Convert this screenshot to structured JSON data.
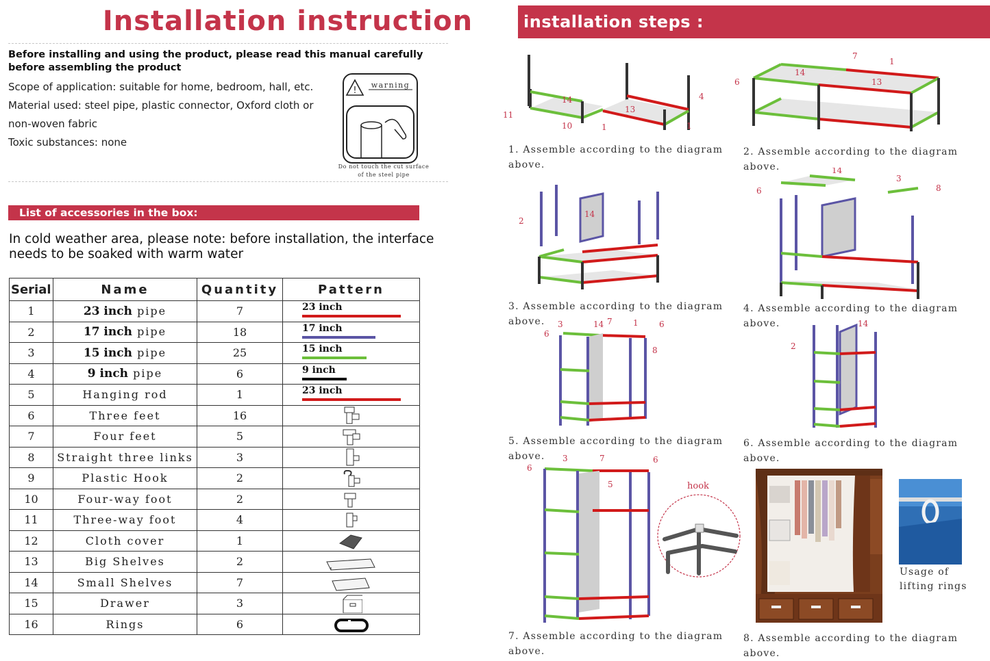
{
  "title": "Installation instruction",
  "intro": {
    "bold": "Before installing and using the product, please read this manual carefully before assembling the product",
    "scope": "Scope of application: suitable for home, bedroom, hall, etc.",
    "material_1": "Material used: steel pipe, plastic connector, Oxford cloth or",
    "material_2": "non-woven fabric",
    "toxic": "Toxic substances: none"
  },
  "warning": {
    "label": "warning",
    "caption_1": "Do not touch the cut surface",
    "caption_2": "of the steel pipe"
  },
  "accessories_title": "List of accessories in the box:",
  "note": "In cold weather area, please note: before installation, the interface needs to be soaked with warm water",
  "table": {
    "headers": [
      "Serial",
      "Name",
      "Quantity",
      "Pattern"
    ],
    "rows": [
      {
        "serial": "1",
        "size": "23 inch",
        "name": "pipe",
        "qty": "7",
        "pattern_label": "23 inch",
        "pattern_color": "#d11a1a",
        "pattern_length": 1.0,
        "icon": "pipe-line"
      },
      {
        "serial": "2",
        "size": "17 inch",
        "name": "pipe",
        "qty": "18",
        "pattern_label": "17 inch",
        "pattern_color": "#5b55a5",
        "pattern_length": 0.74,
        "icon": "pipe-line"
      },
      {
        "serial": "3",
        "size": "15 inch",
        "name": "pipe",
        "qty": "25",
        "pattern_label": "15 inch",
        "pattern_color": "#6cbf3b",
        "pattern_length": 0.65,
        "icon": "pipe-line"
      },
      {
        "serial": "4",
        "size": "9 inch",
        "name": "pipe",
        "qty": "6",
        "pattern_label": "9 inch",
        "pattern_color": "#111111",
        "pattern_length": 0.45,
        "icon": "pipe-line"
      },
      {
        "serial": "5",
        "size": "",
        "name": "Hanging rod",
        "qty": "1",
        "pattern_label": "23 inch",
        "pattern_color": "#d11a1a",
        "pattern_length": 1.0,
        "icon": "pipe-line"
      },
      {
        "serial": "6",
        "size": "",
        "name": "Three feet",
        "qty": "16",
        "icon": "three-way-connector-icon"
      },
      {
        "serial": "7",
        "size": "",
        "name": "Four feet",
        "qty": "5",
        "icon": "four-way-connector-icon"
      },
      {
        "serial": "8",
        "size": "",
        "name": "Straight three links",
        "qty": "3",
        "icon": "straight-connector-icon"
      },
      {
        "serial": "9",
        "size": "",
        "name": "Plastic Hook",
        "qty": "2",
        "icon": "plastic-hook-icon"
      },
      {
        "serial": "10",
        "size": "",
        "name": "Four-way foot",
        "qty": "2",
        "icon": "four-way-foot-icon"
      },
      {
        "serial": "11",
        "size": "",
        "name": "Three-way foot",
        "qty": "4",
        "icon": "three-way-foot-icon"
      },
      {
        "serial": "12",
        "size": "",
        "name": "Cloth cover",
        "qty": "1",
        "icon": "cloth-cover-icon"
      },
      {
        "serial": "13",
        "size": "",
        "name": "Big Shelves",
        "qty": "2",
        "icon": "big-shelf-icon"
      },
      {
        "serial": "14",
        "size": "",
        "name": "Small Shelves",
        "qty": "7",
        "icon": "small-shelf-icon"
      },
      {
        "serial": "15",
        "size": "",
        "name": "Drawer",
        "qty": "3",
        "icon": "drawer-box-icon"
      },
      {
        "serial": "16",
        "size": "",
        "name": "Rings",
        "qty": "6",
        "icon": "ring-icon"
      }
    ]
  },
  "steps_title": "installation steps :",
  "steps": [
    {
      "caption": "1. Assemble according to the diagram above.",
      "labels": {
        "a": "14",
        "b": "13",
        "c": "4",
        "d": "11",
        "e": "10",
        "f": "1",
        "g": "1"
      }
    },
    {
      "caption": "2. Assemble according to the diagram above.",
      "labels": {
        "a": "7",
        "b": "1",
        "c": "14",
        "d": "13",
        "e": "6"
      }
    },
    {
      "caption": "3. Assemble according to the diagram above.",
      "labels": {
        "a": "2",
        "b": "14"
      }
    },
    {
      "caption": "4. Assemble according to the diagram above.",
      "labels": {
        "a": "14",
        "b": "3",
        "c": "8",
        "d": "6"
      }
    },
    {
      "caption": "5. Assemble according to the diagram above.",
      "labels": {
        "a": "3",
        "b": "14",
        "c": "7",
        "d": "1",
        "e": "6",
        "f": "6",
        "g": "8"
      }
    },
    {
      "caption": "6. Assemble according to the diagram above.",
      "labels": {
        "a": "14",
        "b": "2"
      }
    },
    {
      "caption": "7. Assemble according to the diagram above.",
      "labels": {
        "a": "3",
        "b": "7",
        "c": "6",
        "d": "6",
        "e": "5"
      }
    },
    {
      "caption": "8. Assemble according to the diagram above."
    }
  ],
  "hook_label": "hook",
  "usage_caption": "Usage of lifting rings",
  "colors": {
    "accent": "#c4344a",
    "green_pipe": "#6cbf3b",
    "red_pipe": "#d11a1a",
    "blue_pipe": "#5b55a5",
    "black_pipe": "#333333",
    "cover_brown": "#7a3e1d"
  }
}
